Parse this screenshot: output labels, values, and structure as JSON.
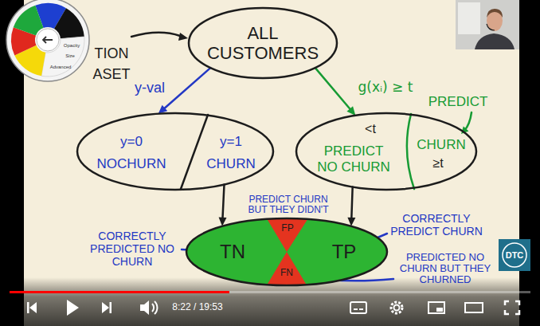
{
  "diagram": {
    "nodes": [
      {
        "text": [
          "ALL CUSTOMERS"
        ]
      },
      {
        "text": [
          "y=0",
          "NOCHURN",
          "y=1",
          "CHURN"
        ]
      },
      {
        "text": [
          "<t",
          "PREDICT NO CHURN",
          "CHURN",
          "≥t"
        ]
      },
      {
        "text": [
          "FP",
          "TN",
          "TP",
          "FN"
        ]
      }
    ],
    "edges": [
      {
        "from": 0,
        "to": 1,
        "label": "y-val",
        "arrow": "to"
      },
      {
        "from": 0,
        "to": 2,
        "label": "g(xᵢ) ≥ t",
        "arrow": "to"
      },
      {
        "from": 1,
        "to": 3,
        "arrow": "to"
      },
      {
        "from": 2,
        "to": 3,
        "arrow": "to"
      }
    ],
    "labels": [
      "Opacity",
      "Size",
      "Advanced",
      "TION",
      "ASET",
      "PREDICT",
      "PREDICT CHURN BUT THEY DIDN'T",
      "CORRECTLY PREDICTED NO CHURN",
      "CORRECTLY PREDICT CHURN",
      "PREDICTED NO CHURN BUT THEY CHURNED",
      "DTC",
      "8:22 / 19:53"
    ]
  }
}
